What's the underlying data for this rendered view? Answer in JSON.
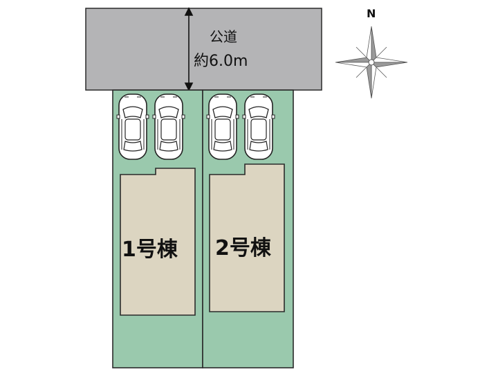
{
  "compass": {
    "north_label": "N",
    "icon": "compass-rose-icon"
  },
  "road": {
    "name": "公道",
    "width": "約6.0m"
  },
  "lots": [
    {
      "label": "1号棟",
      "parking_spaces": 2
    },
    {
      "label": "2号棟",
      "parking_spaces": 2
    }
  ],
  "colors": {
    "road": "#b4b4b6",
    "lot": "#9ac9ad",
    "building": "#dcd5c1",
    "outline": "#2a2a2a"
  }
}
